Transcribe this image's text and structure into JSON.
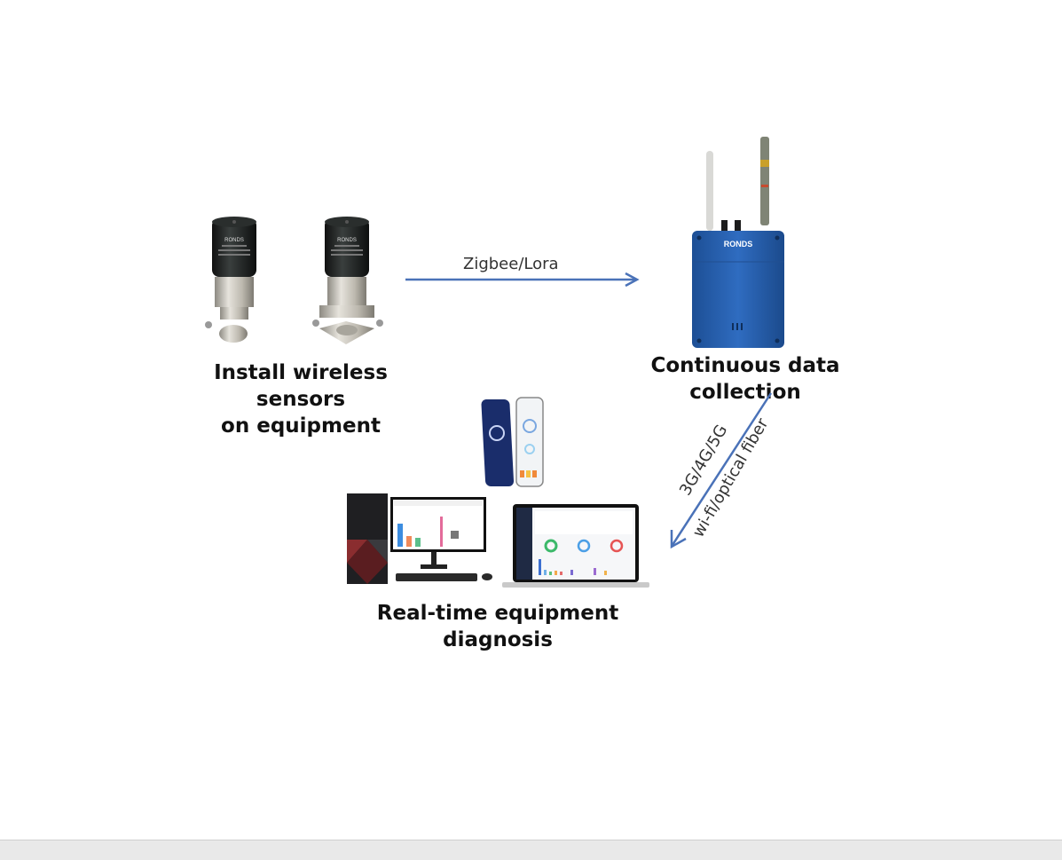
{
  "captions": {
    "sensors_line1": "Install wireless sensors",
    "sensors_line2": "on equipment",
    "gateway": "Continuous data collection",
    "diagnosis": "Real-time equipment diagnosis"
  },
  "links": {
    "sensor_to_gateway": "Zigbee/Lora",
    "gateway_to_diagnosis_line1": "3G/4G/5G",
    "gateway_to_diagnosis_line2": "wi-fi/optical fiber"
  },
  "brand": "RONDS",
  "colors": {
    "arrow": "#4a72b8",
    "gateway_body": "#2b67b8",
    "sensor_cap": "#1f2322",
    "sensor_body": "#b9b5ab"
  }
}
